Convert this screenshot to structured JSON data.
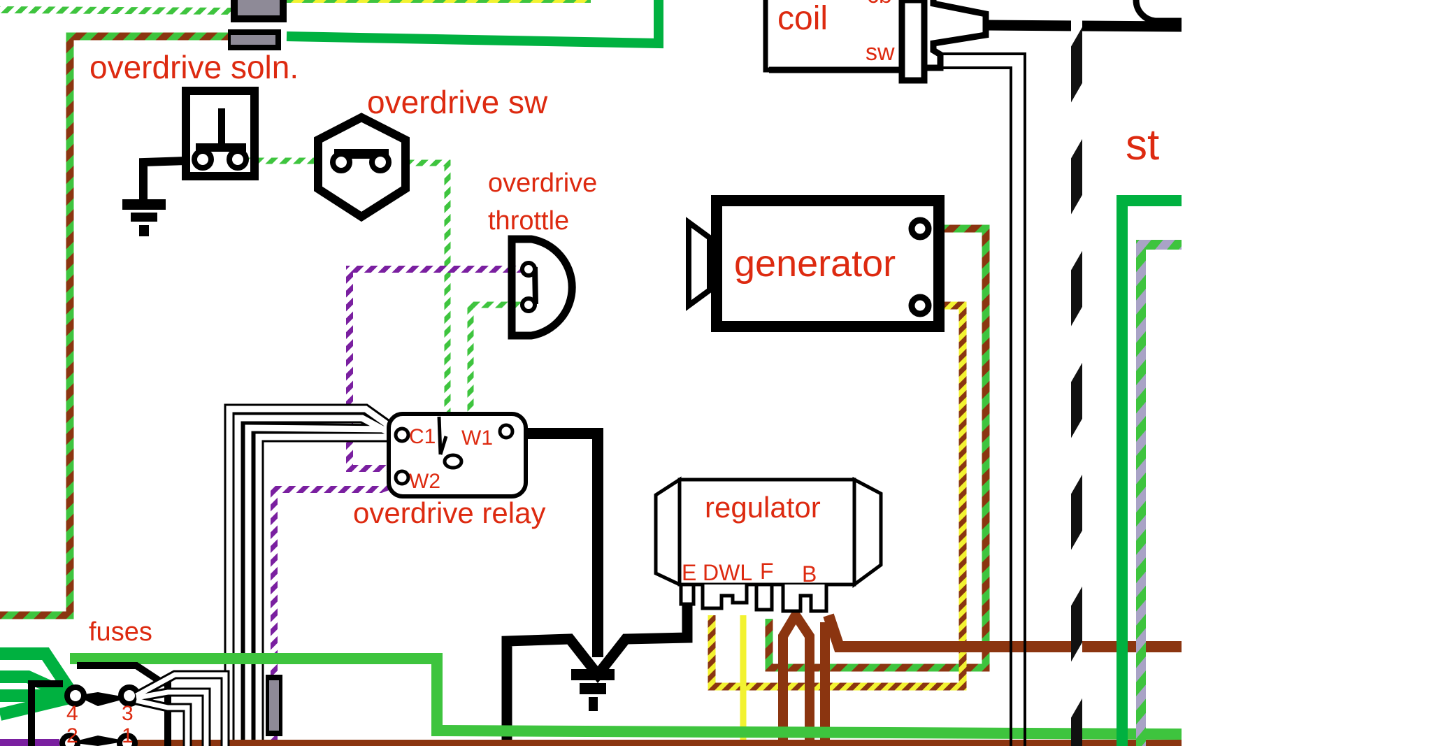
{
  "diagram": {
    "title": "Overdrive wiring diagram (partial)",
    "colors": {
      "label": "#dd2a10",
      "green": "#00b140",
      "light_green": "#3ec43e",
      "brown": "#8b3510",
      "purple": "#7a1fa0",
      "yellow": "#f2f231",
      "black": "#000000",
      "slate": "#a9a3c6",
      "connector_gray": "#8e8a97"
    },
    "components": {
      "overdrive_solenoid": {
        "label": "overdrive soln."
      },
      "overdrive_switch": {
        "label": "overdrive sw"
      },
      "overdrive_throttle": {
        "label_line1": "overdrive",
        "label_line2": "throttle"
      },
      "overdrive_relay": {
        "label": "overdrive relay",
        "terminals": {
          "c1": "C1",
          "w1": "W1",
          "w2": "W2"
        }
      },
      "generator": {
        "label": "generator"
      },
      "regulator": {
        "label": "regulator",
        "terminals": {
          "e": "E",
          "dwl": "DWL",
          "f": "F",
          "b": "B"
        }
      },
      "coil": {
        "label": "coil",
        "terminal_sw": "SW",
        "terminal_cb": "cb"
      },
      "fuses": {
        "label": "fuses",
        "positions": [
          "4",
          "3",
          "2",
          "1"
        ]
      },
      "starter": {
        "label_partial": "st"
      }
    },
    "wires": [
      {
        "id": "soln-feed",
        "color": "green"
      },
      {
        "id": "soln-return",
        "color": "green/brown"
      },
      {
        "id": "switch-link",
        "color": "green/white"
      },
      {
        "id": "throttle-feed",
        "color": "purple/white"
      },
      {
        "id": "relay-w2",
        "color": "purple/white"
      },
      {
        "id": "relay-w1-ground",
        "color": "black"
      },
      {
        "id": "gen-d",
        "color": "brown/yellow"
      },
      {
        "id": "gen-f",
        "color": "green/brown"
      },
      {
        "id": "reg-b",
        "color": "brown"
      },
      {
        "id": "coil-sw",
        "color": "white"
      },
      {
        "id": "ign-bus",
        "color": "green"
      }
    ]
  }
}
